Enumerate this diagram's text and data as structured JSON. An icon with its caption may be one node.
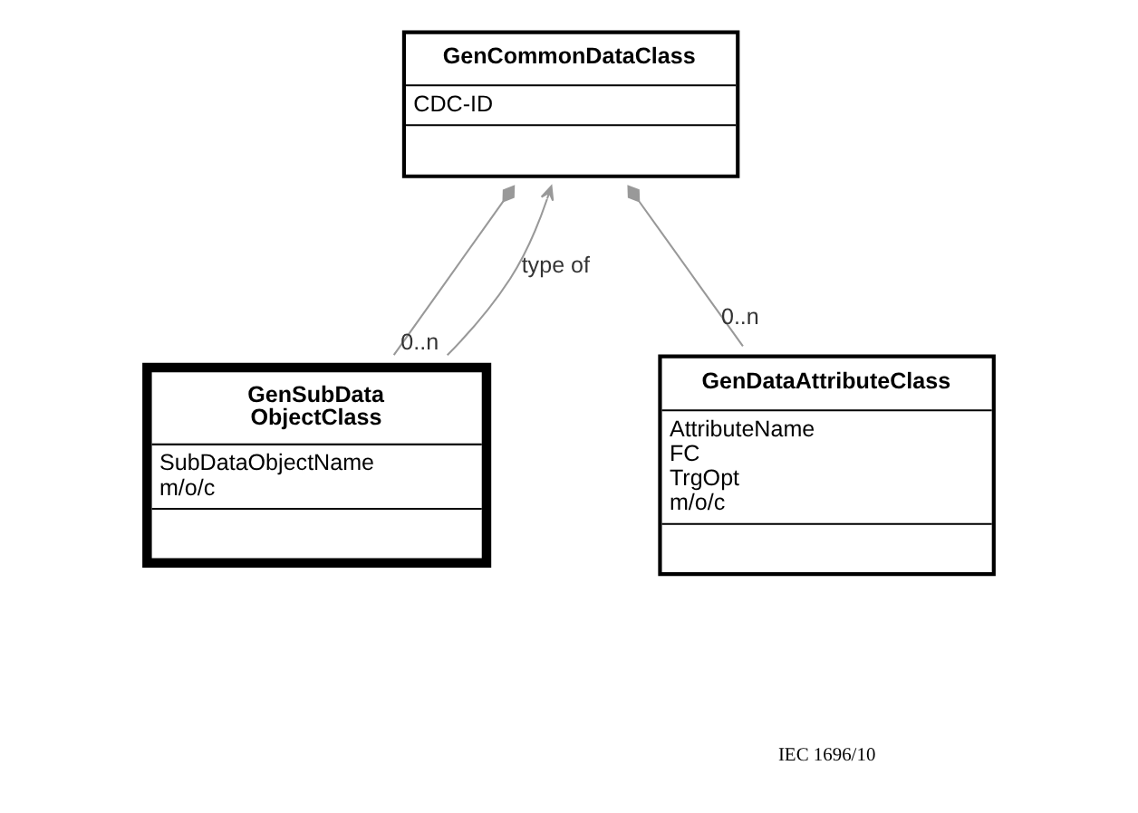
{
  "diagram": {
    "nodes": [
      {
        "text": [
          "GenCommonDataClass",
          "CDC-ID"
        ]
      },
      {
        "text": [
          "GenSubData ObjectClass",
          "SubDataObjectName",
          "m/o/c"
        ]
      },
      {
        "text": [
          "GenDataAttributeClass",
          "AttributeName",
          "FC",
          "TrgOpt",
          "m/o/c"
        ]
      }
    ],
    "edges": [
      {
        "from": 1,
        "to": 0,
        "arrow": "to",
        "label": "type of"
      },
      {
        "from": 0,
        "to": 2,
        "arrow": "other",
        "label": "0..n"
      },
      {
        "from": 0,
        "to": 1,
        "arrow": "other",
        "label": "0..n"
      }
    ],
    "labels": [
      "IEC 1696/10"
    ]
  }
}
